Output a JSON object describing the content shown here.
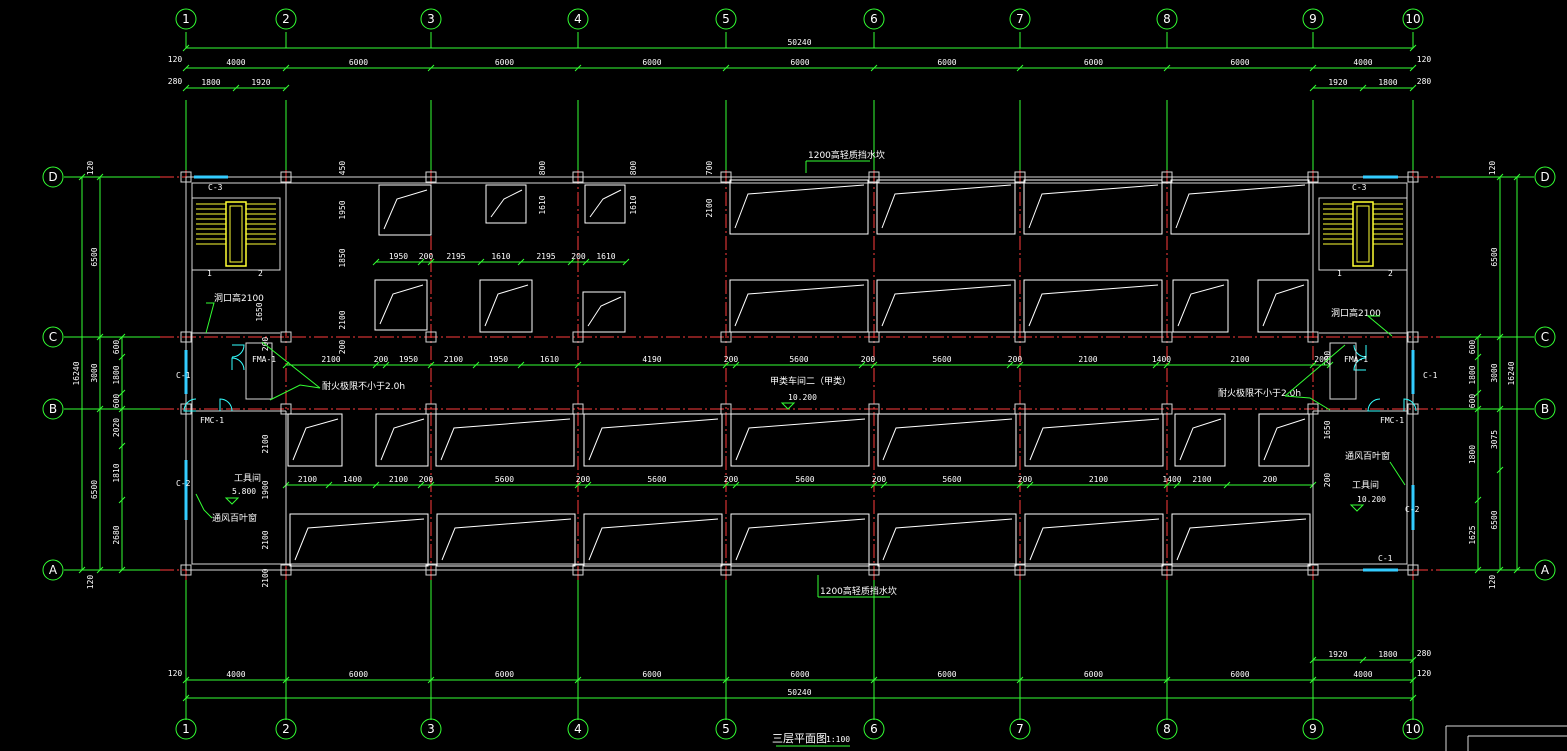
{
  "colors": {
    "background": "#000000",
    "grid_axis": "#ff3b3b",
    "dimension": "#33ff33",
    "wall": "#d8d8d8",
    "furniture": "#ffffff",
    "stair": "#ffff33",
    "window": "#33ccff",
    "door": "#33ffff"
  },
  "grid": {
    "columns": [
      "1",
      "2",
      "3",
      "4",
      "5",
      "6",
      "7",
      "8",
      "9",
      "10"
    ],
    "rows": [
      "D",
      "C",
      "B",
      "A"
    ]
  },
  "dims": {
    "top_overall": "50240",
    "bottom_overall": "50240",
    "top_bays": [
      "4000",
      "6000",
      "6000",
      "6000",
      "6000",
      "6000",
      "6000",
      "6000",
      "4000"
    ],
    "bottom_bays": [
      "4000",
      "6000",
      "6000",
      "6000",
      "6000",
      "6000",
      "6000",
      "6000",
      "4000"
    ],
    "top_left_sub": [
      "1800",
      "1920"
    ],
    "top_right_sub": [
      "1920",
      "1800"
    ],
    "bottom_right_sub": [
      "1920",
      "1800"
    ],
    "edge_120": "120",
    "edge_280": "280",
    "left_overall": "16240",
    "left_outer": [
      "6500",
      "3000",
      "6500"
    ],
    "left_inner": [
      "600",
      "1800",
      "600",
      "2020",
      "1810",
      "2680"
    ],
    "left_edge": [
      "120",
      "120"
    ],
    "right_overall": "16240",
    "right_outer": [
      "6500",
      "3000",
      "3075",
      "6500"
    ],
    "right_inner": [
      "600",
      "1800",
      "600",
      "1800",
      "1625"
    ],
    "right_edge": [
      "120",
      "120"
    ],
    "row_c_line": [
      "2100",
      "200",
      "1950",
      "2100",
      "1950",
      "1610",
      "4190",
      "200",
      "5600",
      "200",
      "5600",
      "200",
      "2100",
      "1400",
      "2100",
      "200"
    ],
    "row_mid_top": [
      "1950",
      "200",
      "2195",
      "1610",
      "2195",
      "200",
      "1610"
    ],
    "row_a_line": [
      "2100",
      "1400",
      "2100",
      "200",
      "5600",
      "200",
      "5600",
      "200",
      "5600",
      "200",
      "5600",
      "200",
      "2100",
      "1400",
      "2100",
      "200"
    ],
    "v_small": [
      "1950",
      "1850",
      "2100",
      "200",
      "1610",
      "1610",
      "2100",
      "800",
      "800",
      "700",
      "450",
      "2100",
      "1900",
      "2100",
      "2100",
      "200",
      "1650",
      "1650",
      "200",
      "200"
    ]
  },
  "labels": {
    "corridor_top": "1200高轻质挡水坎",
    "corridor_bottom": "1200高轻质挡水坎",
    "hallway": "甲类车间二（甲类）",
    "elevation_mid": "10.200",
    "left_room": "工具间",
    "left_elevation": "5.800",
    "right_room": "工具间",
    "right_elevation": "10.200",
    "left_opening": "洞口高2100",
    "right_opening": "洞口高2100",
    "fire_left": "耐火极限不小于2.0h",
    "fire_right": "耐火极限不小于2.0h",
    "vent_left": "通风百叶窗",
    "vent_right": "通风百叶窗",
    "fmc_left": "FMC-1",
    "fmc_right": "FMC-1",
    "window_c1": "C-1",
    "window_c2": "C-2",
    "window_c3": "C-3",
    "fm_a": "FMA-1",
    "stair_1": "1",
    "stair_2": "2",
    "title": "三层平面图",
    "scale": "1:100"
  }
}
